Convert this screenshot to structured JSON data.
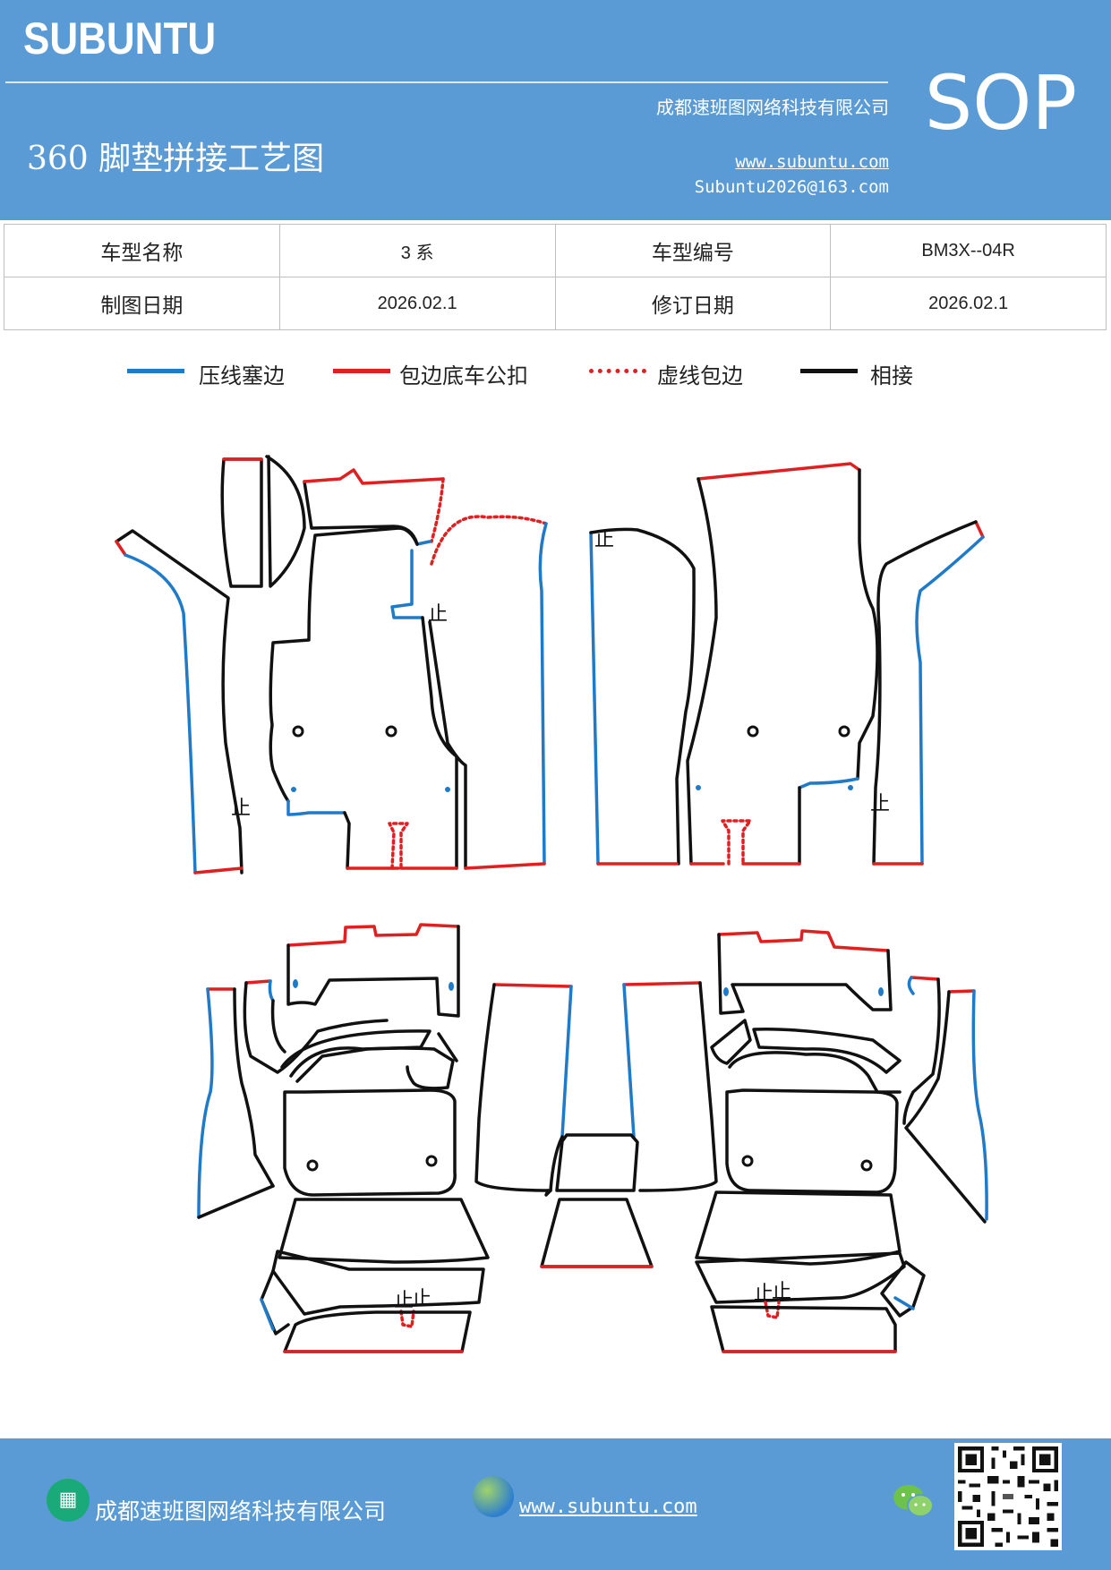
{
  "header": {
    "brand": "SUBUNTU",
    "company": "成都速班图网络科技有限公司",
    "title": "360 脚垫拼接工艺图",
    "website": "www.subuntu.com",
    "email": "Subuntu2026@163.com",
    "badge": "SOP"
  },
  "info_table": {
    "row1": {
      "label1": "车型名称",
      "value1": "3 系",
      "label2": "车型编号",
      "value2": "BM3X--04R"
    },
    "row2": {
      "label1": "制图日期",
      "value1": "2026.02.1",
      "label2": "修订日期",
      "value2": "2026.02.1"
    }
  },
  "legend": [
    {
      "label": "压线塞边",
      "color": "#1f7ac8",
      "style": "solid"
    },
    {
      "label": "包边底车公扣",
      "color": "#e02020",
      "style": "solid"
    },
    {
      "label": "虚线包边",
      "color": "#e02020",
      "style": "dotted"
    },
    {
      "label": "相接",
      "color": "#111111",
      "style": "solid"
    }
  ],
  "diagram": {
    "stop_mark": "止",
    "colors": {
      "press": "#1f7ac8",
      "edge": "#e02020",
      "join": "#111111"
    }
  },
  "footer": {
    "company": "成都速班图网络科技有限公司",
    "website": "www.subuntu.com",
    "company_icon": "building-icon",
    "globe_icon": "globe-icon",
    "wechat_icon": "wechat-icon"
  }
}
